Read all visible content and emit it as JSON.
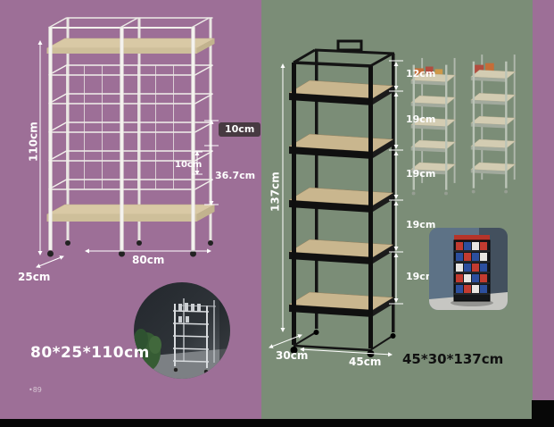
{
  "left_panel": {
    "height_label": "110cm",
    "depth_label": "25cm",
    "width_label": "80cm",
    "boxed_gap_label": "10cm",
    "inner_gap_label": "10cm",
    "section_height_label": "36.7cm",
    "size_summary": "80*25*110cm",
    "footnote": "•89"
  },
  "right_panel": {
    "height_label": "137cm",
    "top_tier_label": "12cm",
    "tier_labels": [
      "19cm",
      "19cm",
      "19cm",
      "19cm"
    ],
    "depth_label": "30cm",
    "width_label": "45cm",
    "size_summary": "45*30*137cm"
  },
  "colors": {
    "left_background": "#9d6f97",
    "right_background": "#7b8d77",
    "wood_shelf": "#d9c9a5",
    "wood_tray": "#c9b68e",
    "white_frame": "#f2f0ec",
    "black_frame": "#141414",
    "dimension_text": "#ffffff",
    "size_text_dark": "#111111",
    "gap_label_box": "#473a41"
  }
}
